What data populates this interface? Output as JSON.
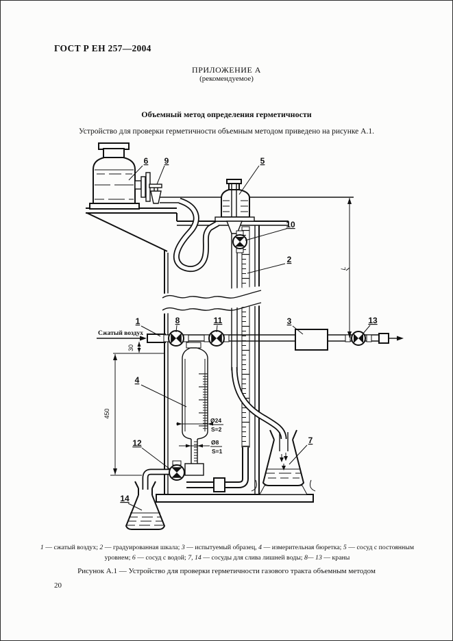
{
  "page": {
    "standard_code": "ГОСТ Р ЕН 257—2004",
    "appendix_label": "ПРИЛОЖЕНИЕ А",
    "appendix_note": "(рекомендуемое)",
    "section_title": "Объемный метод определения герметичности",
    "intro_text": "Устройство для проверки герметичности объемным методом приведено на рисунке А.1.",
    "page_number": "20"
  },
  "figure": {
    "title": "Рисунок А.1 — Устройство для проверки герметичности газового тракта объемным методом",
    "caption_parts": [
      {
        "num": "1",
        "text": " — сжатый воздух; "
      },
      {
        "num": "2",
        "text": " — градуированная шкала; "
      },
      {
        "num": "3",
        "text": " — испытуемый образец, "
      },
      {
        "num": "4",
        "text": " — измерительная бюретка; "
      },
      {
        "num": "5",
        "text": " — сосуд с постоянным уровнем; "
      },
      {
        "num": "6",
        "text": " — сосуд с водой; "
      },
      {
        "num": "7, 14",
        "text": " — сосуды для слива лишней воды; "
      },
      {
        "num": "8— 13",
        "text": " — краны"
      }
    ]
  },
  "diagram": {
    "air_inlet_label": "Сжатый воздух",
    "part_labels": {
      "p1": "1",
      "p2": "2",
      "p3": "3",
      "p4": "4",
      "p5": "5",
      "p6": "6",
      "p7": "7",
      "p8": "8",
      "p9": "9",
      "p10": "10",
      "p11": "11",
      "p12": "12",
      "p13": "13",
      "p14": "14"
    },
    "dimensions": {
      "burette_height": "450",
      "inlet_offset": "30",
      "length_symbol": "L",
      "outer_dia": "Ø24",
      "outer_wall": "S=2",
      "inner_dia": "Ø8",
      "inner_wall": "S=1"
    }
  }
}
